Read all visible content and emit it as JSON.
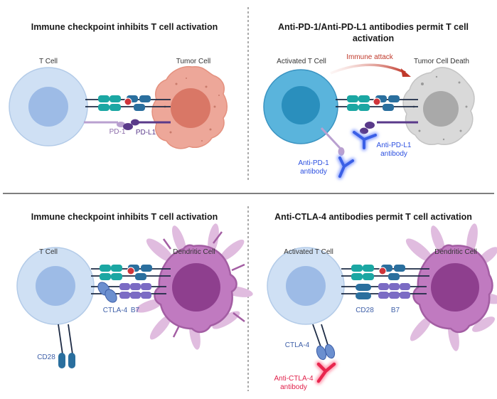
{
  "panels": {
    "top_left": {
      "title": "Immune checkpoint inhibits T cell activation",
      "t_cell": "T Cell",
      "tumor_cell": "Tumor Cell",
      "pd1": "PD-1",
      "pdl1": "PD-L1"
    },
    "top_right": {
      "title_line1": "Anti-PD-1/Anti-PD-L1 antibodies permit T cell",
      "title_line2": "activation",
      "activated_t_cell": "Activated T Cell",
      "immune_attack": "Immune attack",
      "tumor_cell_death": "Tumor Cell Death",
      "anti_pdl1_line1": "Anti-PD-L1",
      "anti_pdl1_line2": "antibody",
      "anti_pd1_line1": "Anti-PD-1",
      "anti_pd1_line2": "antibody"
    },
    "bottom_left": {
      "title": "Immune checkpoint inhibits T cell activation",
      "t_cell": "T Cell",
      "dendritic_cell": "Dendritic Cell",
      "ctla4": "CTLA-4",
      "b7": "B7",
      "cd28": "CD28"
    },
    "bottom_right": {
      "title": "Anti-CTLA-4 antibodies permit T cell activation",
      "activated_t_cell": "Activated T Cell",
      "dendritic_cell": "Dendritic Cell",
      "cd28": "CD28",
      "b7": "B7",
      "ctla4": "CTLA-4",
      "anti_ctla4_line1": "Anti-CTLA-4",
      "anti_ctla4_line2": "antibody"
    }
  },
  "colors": {
    "t_cell_outer": "#cfe0f4",
    "t_cell_nucleus": "#9dbbe6",
    "activated_outer": "#5ab4dc",
    "activated_nucleus": "#2a8fbd",
    "tumor_outer": "#eda799",
    "tumor_nucleus": "#d97766",
    "dead_outer": "#d9d9d9",
    "dead_nucleus": "#a9a9a9",
    "dendritic_outer": "#c07ac0",
    "dendritic_nucleus": "#8e3f8e",
    "tcr_teal": "#1ba7a3",
    "mhc_blue": "#2a6f9e",
    "antigen_red": "#d0343a",
    "pd1_lilac": "#b9a0d0",
    "pdl1_purple": "#5a3a8a",
    "antibody_blue": "#3a5fe6",
    "antibody_red": "#e8264e",
    "cd28_teal": "#2a6f9e",
    "b7_purple": "#7b6bc4",
    "arrow_red": "#c0392b"
  }
}
